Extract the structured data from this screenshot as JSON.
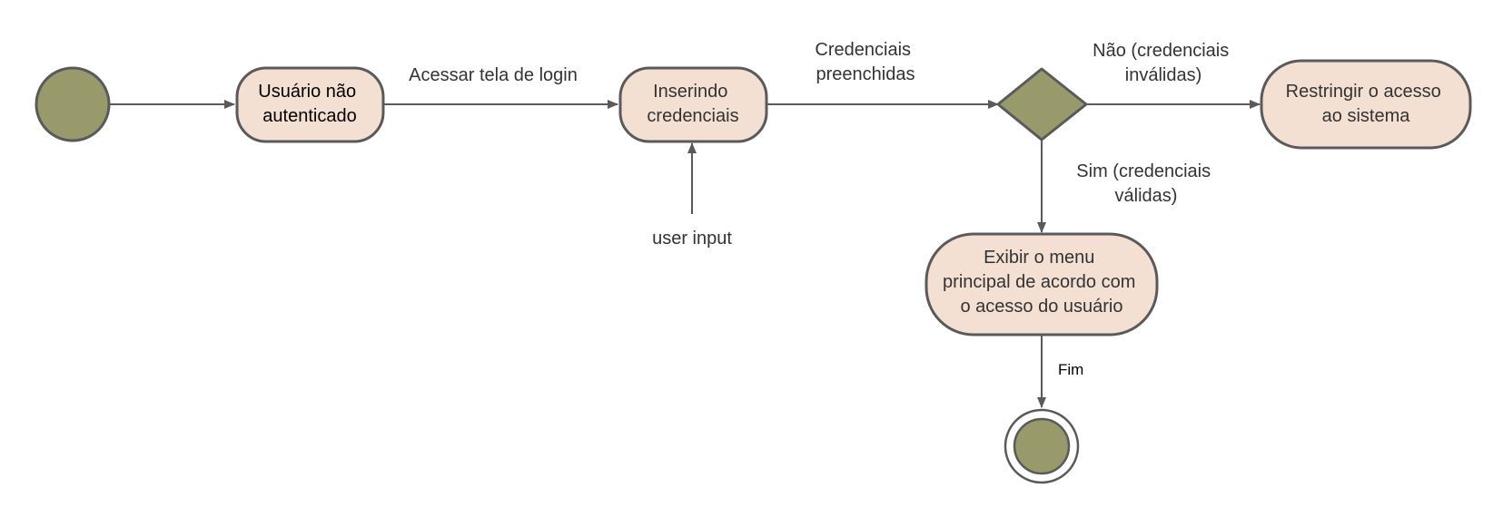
{
  "colors": {
    "state_fill": "#f3e0d3",
    "marker_fill": "#989a6b",
    "stroke": "#5a5a5a",
    "background": "#ffffff"
  },
  "nodes": {
    "unauthenticated": {
      "lines": [
        "Usuário não",
        "autenticado"
      ]
    },
    "entering_credentials": {
      "lines": [
        "Inserindo",
        "credenciais"
      ]
    },
    "restrict_access": {
      "lines": [
        "Restringir o acesso",
        "ao sistema"
      ]
    },
    "show_menu": {
      "lines": [
        "Exibir o menu",
        "principal de acordo com",
        "o acesso do usuário"
      ]
    }
  },
  "edges": {
    "to_login": {
      "lines": [
        "Acessar tela de login"
      ]
    },
    "filled_credentials": {
      "lines": [
        "Credenciais",
        "preenchidas"
      ]
    },
    "invalid": {
      "lines": [
        "Não (credenciais",
        "inválidas)"
      ]
    },
    "valid": {
      "lines": [
        "Sim (credenciais",
        "válidas)"
      ]
    },
    "user_input": {
      "lines": [
        "user input"
      ]
    },
    "end": {
      "lines": [
        "Fim"
      ]
    }
  }
}
